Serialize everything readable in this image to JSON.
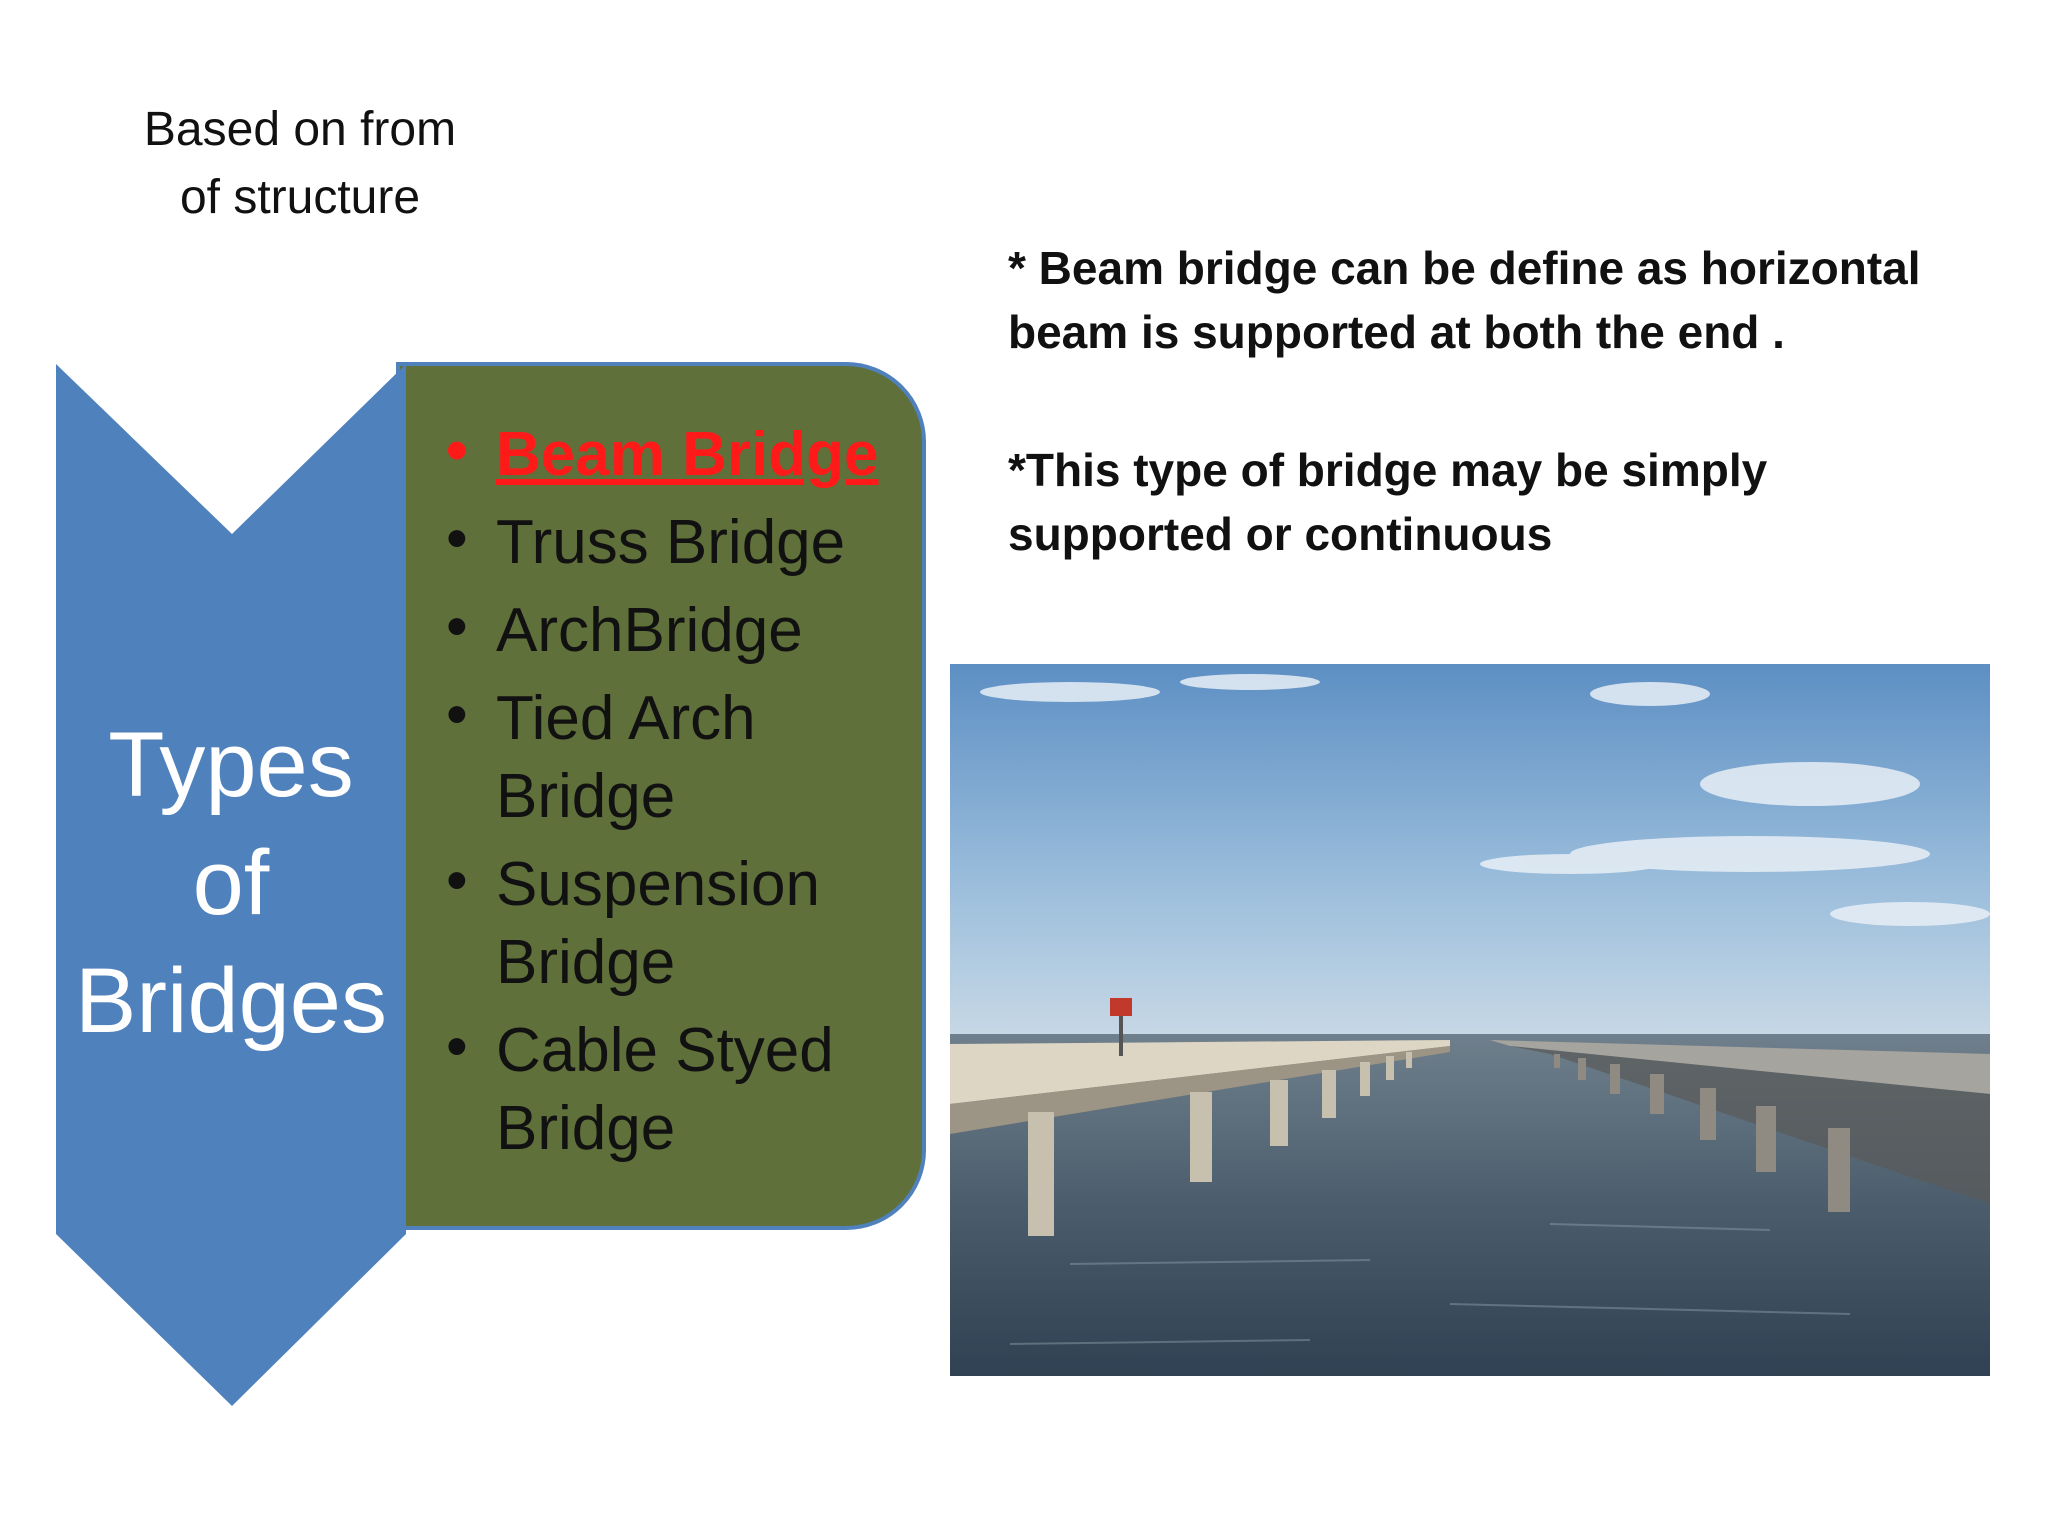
{
  "subtitle": "Based on from\nof structure",
  "chevron": {
    "label": "Types\nof\nBridges",
    "color": "#4f81bd"
  },
  "panel": {
    "color": "#5f703a",
    "border_color": "#4f81bd"
  },
  "types": [
    {
      "label": "Beam Bridge",
      "highlight": true
    },
    {
      "label": "Truss Bridge",
      "highlight": false
    },
    {
      "label": "ArchBridge",
      "highlight": false
    },
    {
      "label": "Tied Arch Bridge",
      "highlight": false
    },
    {
      "label": "Suspension Bridge",
      "highlight": false
    },
    {
      "label": "Cable Styed Bridge",
      "highlight": false
    }
  ],
  "highlight_color": "#ff1a1a",
  "descriptions": [
    "* Beam bridge can be define as horizontal beam is supported at both the end .",
    "*This type of bridge may be simply supported or continuous"
  ],
  "photo": {
    "subject": "beam-bridge-over-water-photo"
  }
}
